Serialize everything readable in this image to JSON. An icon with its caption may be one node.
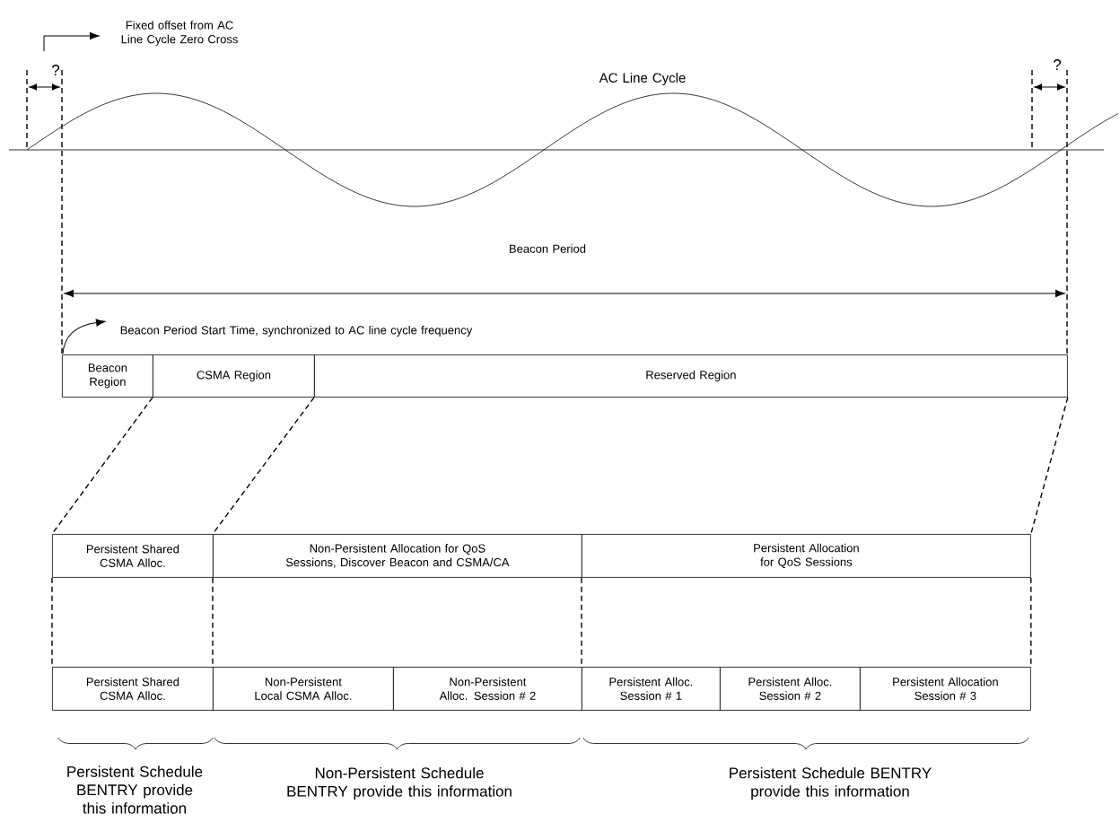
{
  "diagram": {
    "nodes": [
      {
        "text": [
          "Beacon Region"
        ]
      },
      {
        "text": [
          "CSMA Region"
        ]
      },
      {
        "text": [
          "Reserved Region"
        ]
      },
      {
        "text": [
          "Persistent Shared CSMA Alloc."
        ]
      },
      {
        "text": [
          "Non-Persistent Allocation for QoS Sessions, Discover Beacon and CSMA/CA"
        ]
      },
      {
        "text": [
          "Persistent Allocation for QoS Sessions"
        ]
      },
      {
        "text": [
          "Persistent Shared CSMA Alloc."
        ]
      },
      {
        "text": [
          "Non-Persistent Local CSMA Alloc."
        ]
      },
      {
        "text": [
          "Non-Persistent Alloc. Session # 2"
        ]
      },
      {
        "text": [
          "Persistent Alloc. Session # 1"
        ]
      },
      {
        "text": [
          "Persistent Alloc. Session # 2"
        ]
      },
      {
        "text": [
          "Persistent Allocation Session # 3"
        ]
      }
    ],
    "edges": [
      {
        "from": 1,
        "to": 3,
        "arrow": "none",
        "style": "dashed"
      },
      {
        "from": 2,
        "to": 4,
        "arrow": "none",
        "style": "dashed"
      },
      {
        "from": 2,
        "to": 5,
        "arrow": "none",
        "style": "dashed"
      },
      {
        "from": 3,
        "to": 6,
        "arrow": "none",
        "style": "dashed"
      },
      {
        "from": 4,
        "to": 7,
        "arrow": "none",
        "style": "dashed"
      },
      {
        "from": 5,
        "to": 9,
        "arrow": "none",
        "style": "dashed"
      },
      {
        "from": 5,
        "to": 11,
        "arrow": "none",
        "style": "dashed"
      }
    ],
    "labels": [
      "Fixed offset from AC Line Cycle Zero Cross",
      "?",
      "?",
      "AC Line Cycle",
      "Beacon Period",
      "Beacon Period Start Time, synchronized to AC line cycle frequency",
      "Persistent Schedule BENTRY provide this information",
      "Non-Persistent Schedule BENTRY provide this information",
      "Persistent Schedule BENTRY provide this information"
    ]
  }
}
